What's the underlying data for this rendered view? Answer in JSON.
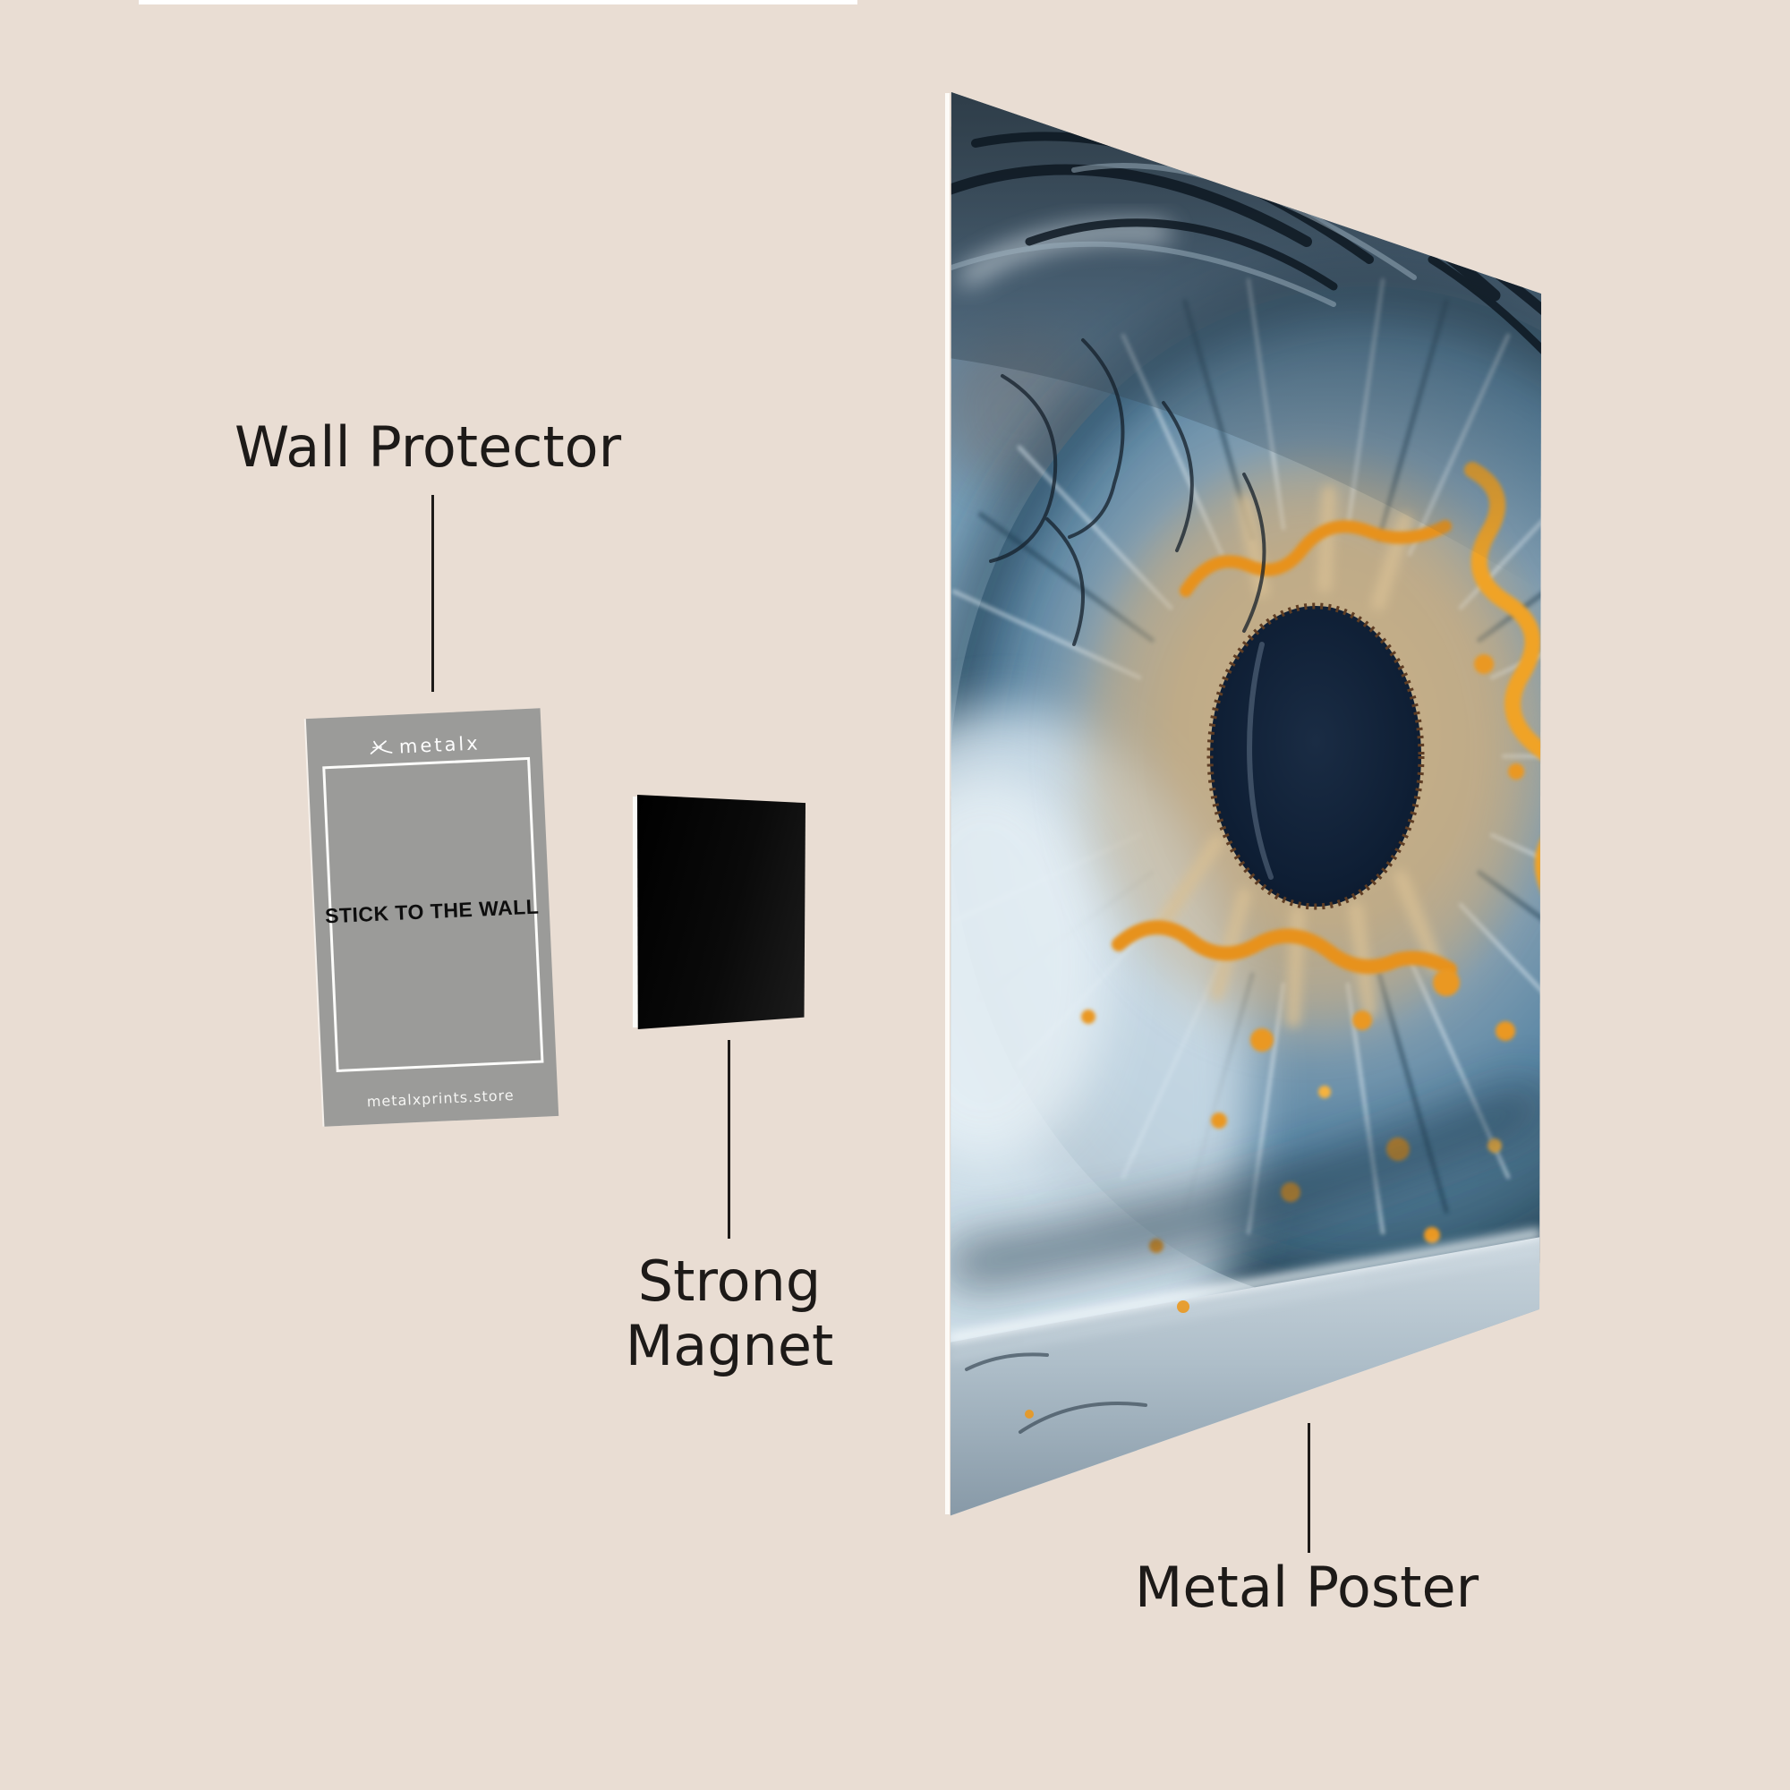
{
  "colors": {
    "background": "#e9ddd3",
    "label_text": "#1d1a18",
    "card_gray": "#9b9b99",
    "magnet_black": "#0a0a0a",
    "edge_white": "#ffffff",
    "poster_orange": "#e8921c",
    "poster_blue": "#6f95b0",
    "pupil_navy": "#0d1c30"
  },
  "labels": {
    "wall_protector": "Wall Protector",
    "strong_magnet": "Strong Magnet",
    "metal_poster": "Metal Poster"
  },
  "wall_protector_card": {
    "brand": "metalx",
    "logo_icon": "metalx-logo-icon",
    "center_text": "STICK TO THE WALL",
    "footer": "metalxprints.store"
  }
}
